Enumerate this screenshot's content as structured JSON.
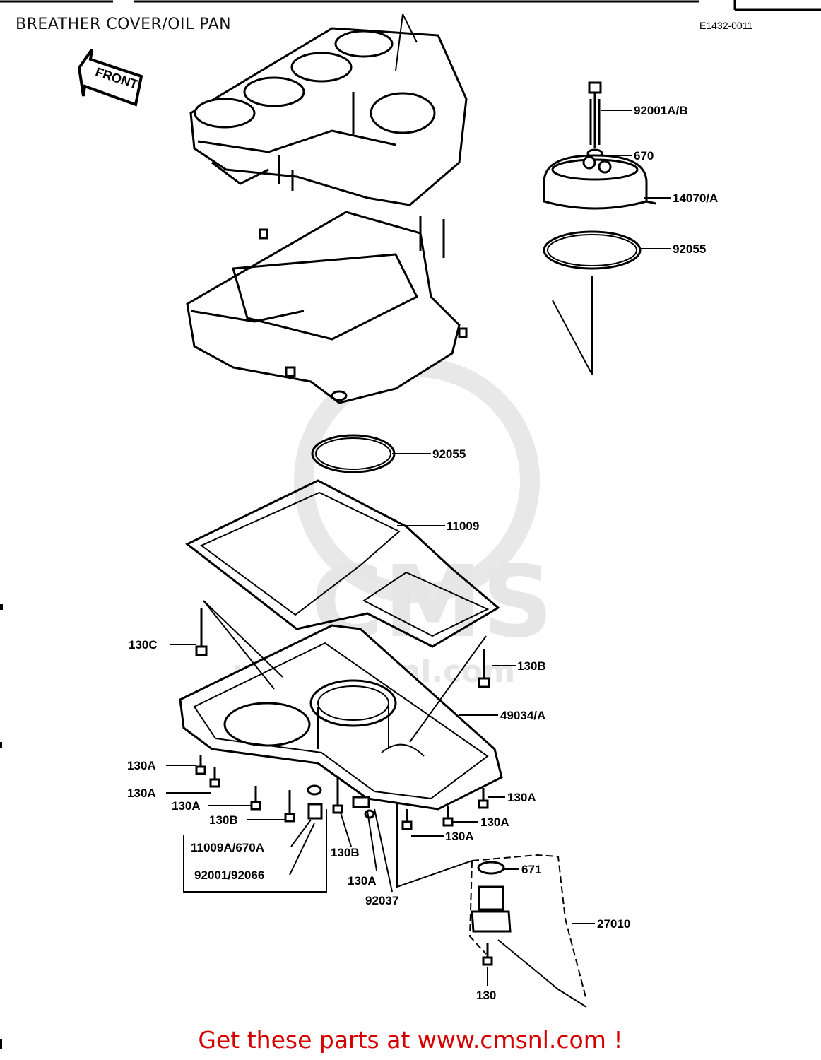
{
  "page": {
    "title": "BREATHER COVER/OIL PAN",
    "code": "E1432-0011",
    "footer": "Get these parts at www.cmsnl.com !"
  },
  "front_arrow": {
    "label": "FRONT"
  },
  "watermark": {
    "brand": "CMS",
    "url": "www.cmsnl.com"
  },
  "parts": [
    "92001A/B",
    "670",
    "14070/A",
    "92055",
    "92055",
    "11009",
    "130C",
    "130B",
    "49034/A",
    "130A",
    "130A",
    "130A",
    "130B",
    "11009A/670A",
    "92001/92066",
    "130B",
    "130A",
    "92037",
    "130A",
    "130A",
    "130A",
    "671",
    "27010",
    "130"
  ]
}
